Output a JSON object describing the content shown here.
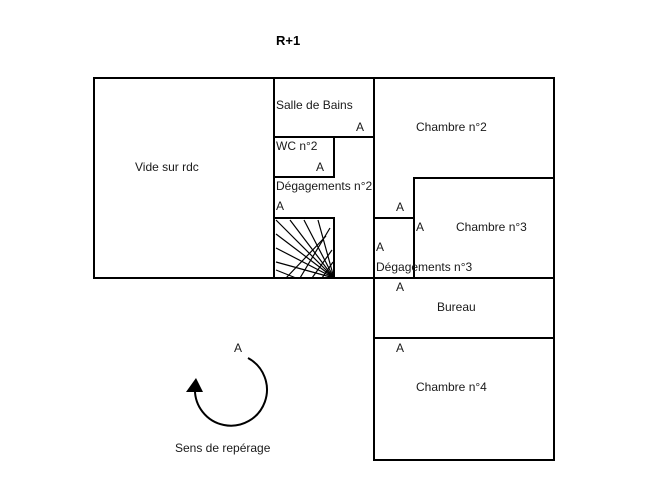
{
  "floor_title": "R+1",
  "rooms": {
    "vide": "Vide sur rdc",
    "salle_de_bains": "Salle de Bains",
    "wc": "WC n°2",
    "degagements_2": "Dégagements n°2",
    "degagements_3": "Dégagements n°3",
    "chambre_2": "Chambre n°2",
    "chambre_3": "Chambre n°3",
    "chambre_4": "Chambre n°4",
    "bureau": "Bureau"
  },
  "marker_letter": "A",
  "legend": {
    "label": "Sens de repérage",
    "marker": "A"
  }
}
